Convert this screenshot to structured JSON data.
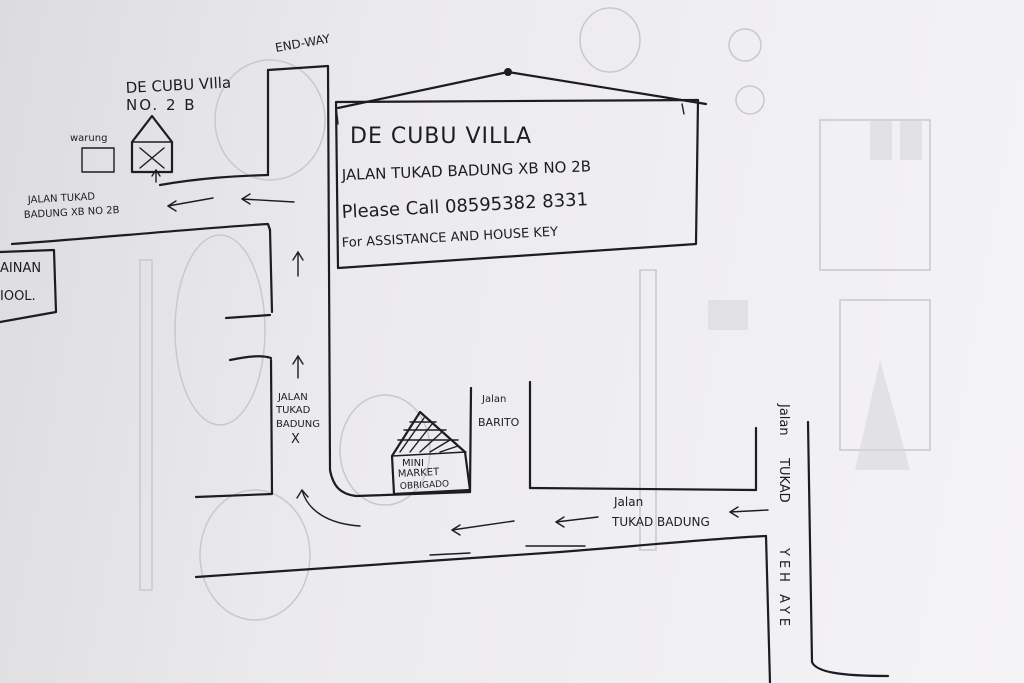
{
  "villa_label": {
    "line1": "DE CUBU VIlla",
    "line2": "NO. 2 B"
  },
  "warung_label": "warung",
  "end_way_label": "END-WAY",
  "street_tukad_badung_xb": {
    "line1": "JALAN TUKAD",
    "line2": "BADUNG XB NO 2B"
  },
  "sign": {
    "title": "DE CUBU VILLA",
    "address": "JALAN TUKAD BADUNG XB NO 2B",
    "phone": "Please Call 08595382 8331",
    "note": "For ASSISTANCE AND HOUSE KEY"
  },
  "left_edge_label": {
    "line1": "AINAN",
    "line2": "IOOL."
  },
  "street_tukad_badung_x": {
    "line1": "JALAN",
    "line2": "TUKAD",
    "line3": "BADUNG",
    "line4": "X"
  },
  "mini_market": {
    "line1": "MINI",
    "line2": "MARKET",
    "line3": "OBRIGADO"
  },
  "street_barito": {
    "line1": "Jalan",
    "line2": "BARITO"
  },
  "street_tukad_badung": {
    "line1": "Jalan",
    "line2": "TUKAD BADUNG"
  },
  "street_tukad_yeh_aye": {
    "line1": "Jalan",
    "line2": "TUKAD",
    "line3": "YEH AYE"
  }
}
